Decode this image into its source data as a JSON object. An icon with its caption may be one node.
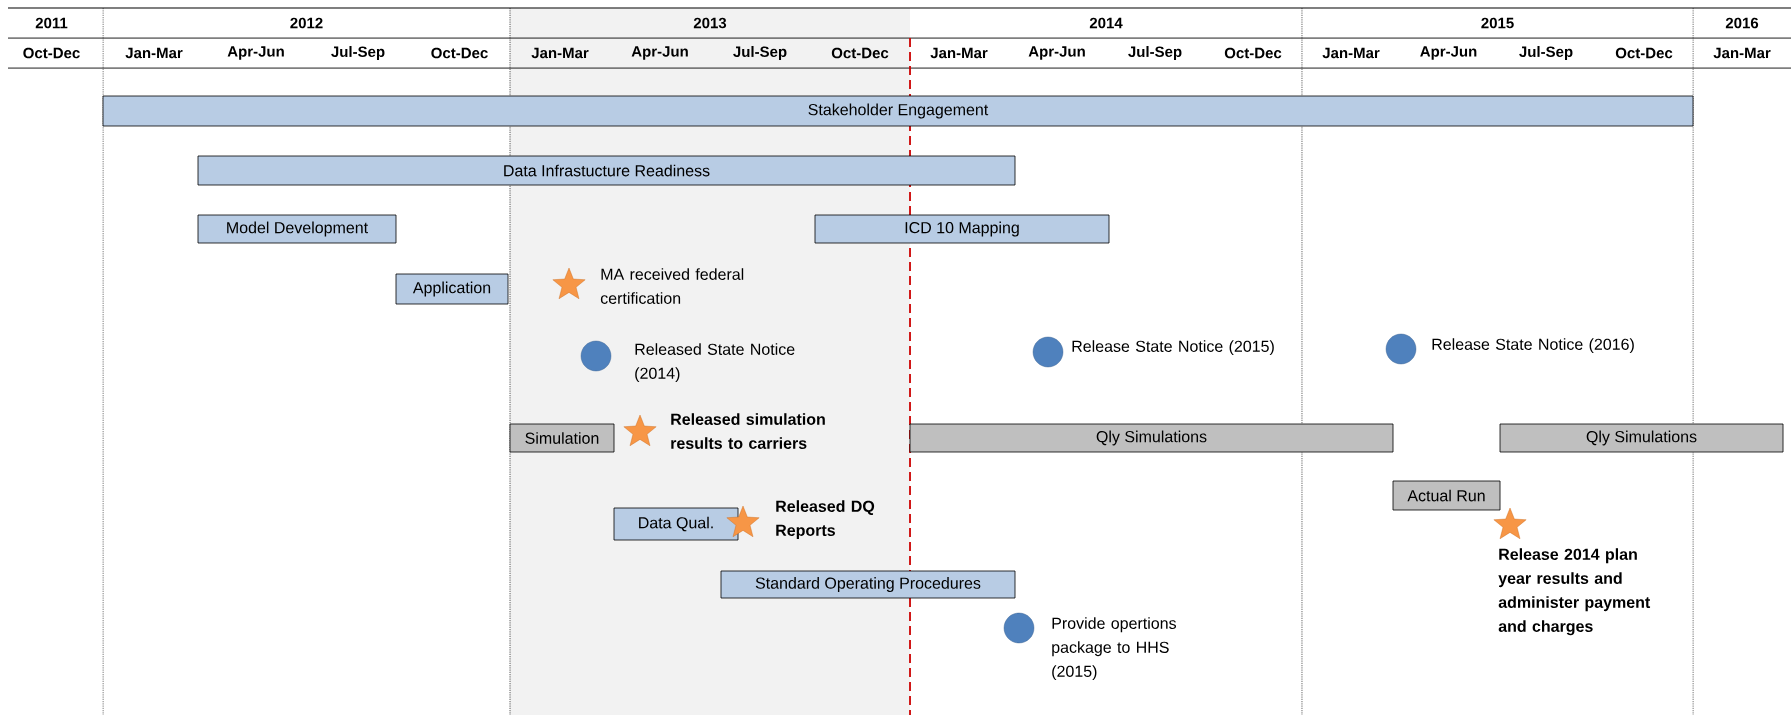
{
  "diagram": {
    "nodes": [
      {
        "text": [
          "Stakeholder Engagement"
        ]
      },
      {
        "text": [
          "Data Infrastucture Readiness"
        ]
      },
      {
        "text": [
          "Model Development"
        ]
      },
      {
        "text": [
          "ICD 10 Mapping"
        ]
      },
      {
        "text": [
          "Application"
        ]
      },
      {
        "text": [],
        "shape": "star",
        "beside": [
          "MA received federal certification"
        ]
      },
      {
        "text": [],
        "shape": "circle",
        "beside": [
          "Released State Notice (2014)"
        ]
      },
      {
        "text": [],
        "shape": "circle",
        "beside": [
          "Release State Notice (2015)"
        ]
      },
      {
        "text": [],
        "shape": "circle",
        "beside": [
          "Release State Notice (2016)"
        ]
      },
      {
        "text": [
          "Simulation"
        ]
      },
      {
        "text": [],
        "shape": "star",
        "beside": [
          "Released simulation results to carriers"
        ]
      },
      {
        "text": [
          "Qly Simulations"
        ]
      },
      {
        "text": [
          "Qly Simulations"
        ]
      },
      {
        "text": [
          "Actual Run"
        ]
      },
      {
        "text": [
          "Data Qual."
        ]
      },
      {
        "text": [],
        "shape": "star",
        "beside": [
          "Released DQ Reports"
        ]
      },
      {
        "text": [],
        "shape": "star",
        "beside": [
          "Release 2014 plan year results and administer payment and charges"
        ]
      },
      {
        "text": [
          "Standard Operating Procedures"
        ]
      },
      {
        "text": [],
        "shape": "circle",
        "beside": [
          "Provide opertions package to HHS (2015)"
        ]
      }
    ],
    "labels": [
      "2011",
      "2012",
      "2013",
      "2014",
      "2015",
      "2016",
      "Oct-Dec",
      "Jan-Mar",
      "Apr-Jun",
      "Jul-Sep",
      "Oct-Dec",
      "Jan-Mar",
      "Apr-Jun",
      "Jul-Sep",
      "Oct-Dec",
      "Jan-Mar",
      "Apr-Jun",
      "Jul-Sep",
      "Oct-Dec",
      "Jan-Mar",
      "Apr-Jun",
      "Jul-Sep",
      "Oct-Dec",
      "Jan-Mar"
    ]
  }
}
